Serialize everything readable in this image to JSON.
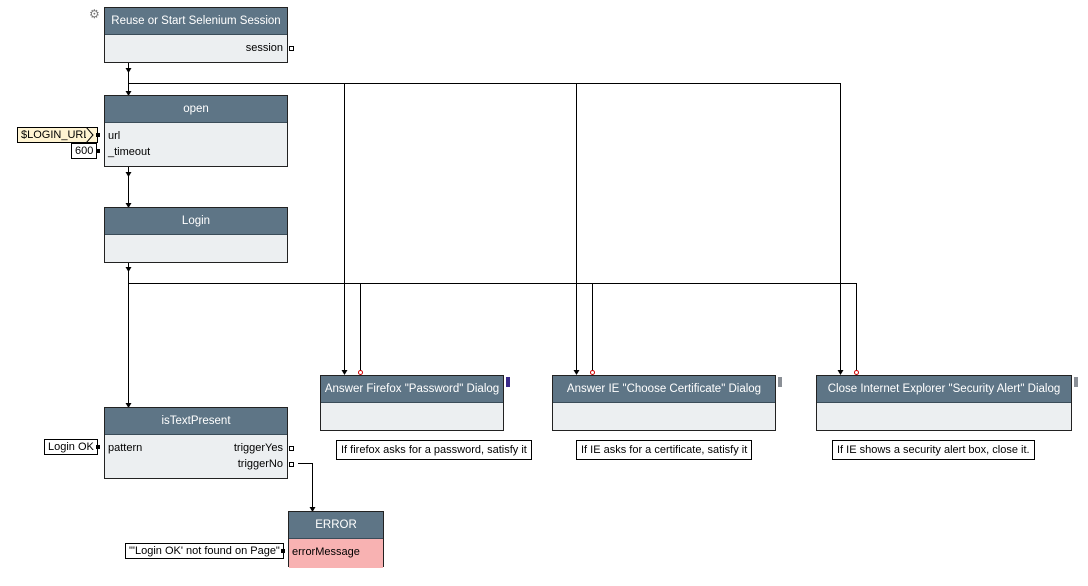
{
  "nodes": {
    "session": {
      "title": "Reuse or Start Selenium Session",
      "out_session": "session"
    },
    "open": {
      "title": "open",
      "in_url": "url",
      "in_timeout": "_timeout"
    },
    "login": {
      "title": "Login"
    },
    "firefox": {
      "title": "Answer Firefox \"Password\" Dialog"
    },
    "ie_cert": {
      "title": "Answer IE \"Choose Certificate\" Dialog"
    },
    "ie_alert": {
      "title": "Close Internet Explorer \"Security Alert\" Dialog"
    },
    "istext": {
      "title": "isTextPresent",
      "in_pattern": "pattern",
      "out_yes": "triggerYes",
      "out_no": "triggerNo"
    },
    "error": {
      "title": "ERROR",
      "in_msg": "errorMessage"
    }
  },
  "constants": {
    "login_url": "$LOGIN_URL",
    "timeout": "600",
    "pattern": "Login OK",
    "error_msg": "\"'Login OK' not found on Page\""
  },
  "comments": {
    "firefox": "If firefox asks for a password, satisfy it",
    "ie_cert": "If IE asks for a certificate, satisfy it",
    "ie_alert": "If IE shows a security alert box, close it."
  },
  "icons": {
    "settings": "gear-icon"
  },
  "colors": {
    "header": "#5e7586",
    "body": "#eceff1",
    "error_body": "#f8b2b2",
    "trigger_dot": "#cc0000",
    "mark_firefox": "#3a2a8a",
    "mark_gray": "#8a8f96"
  }
}
